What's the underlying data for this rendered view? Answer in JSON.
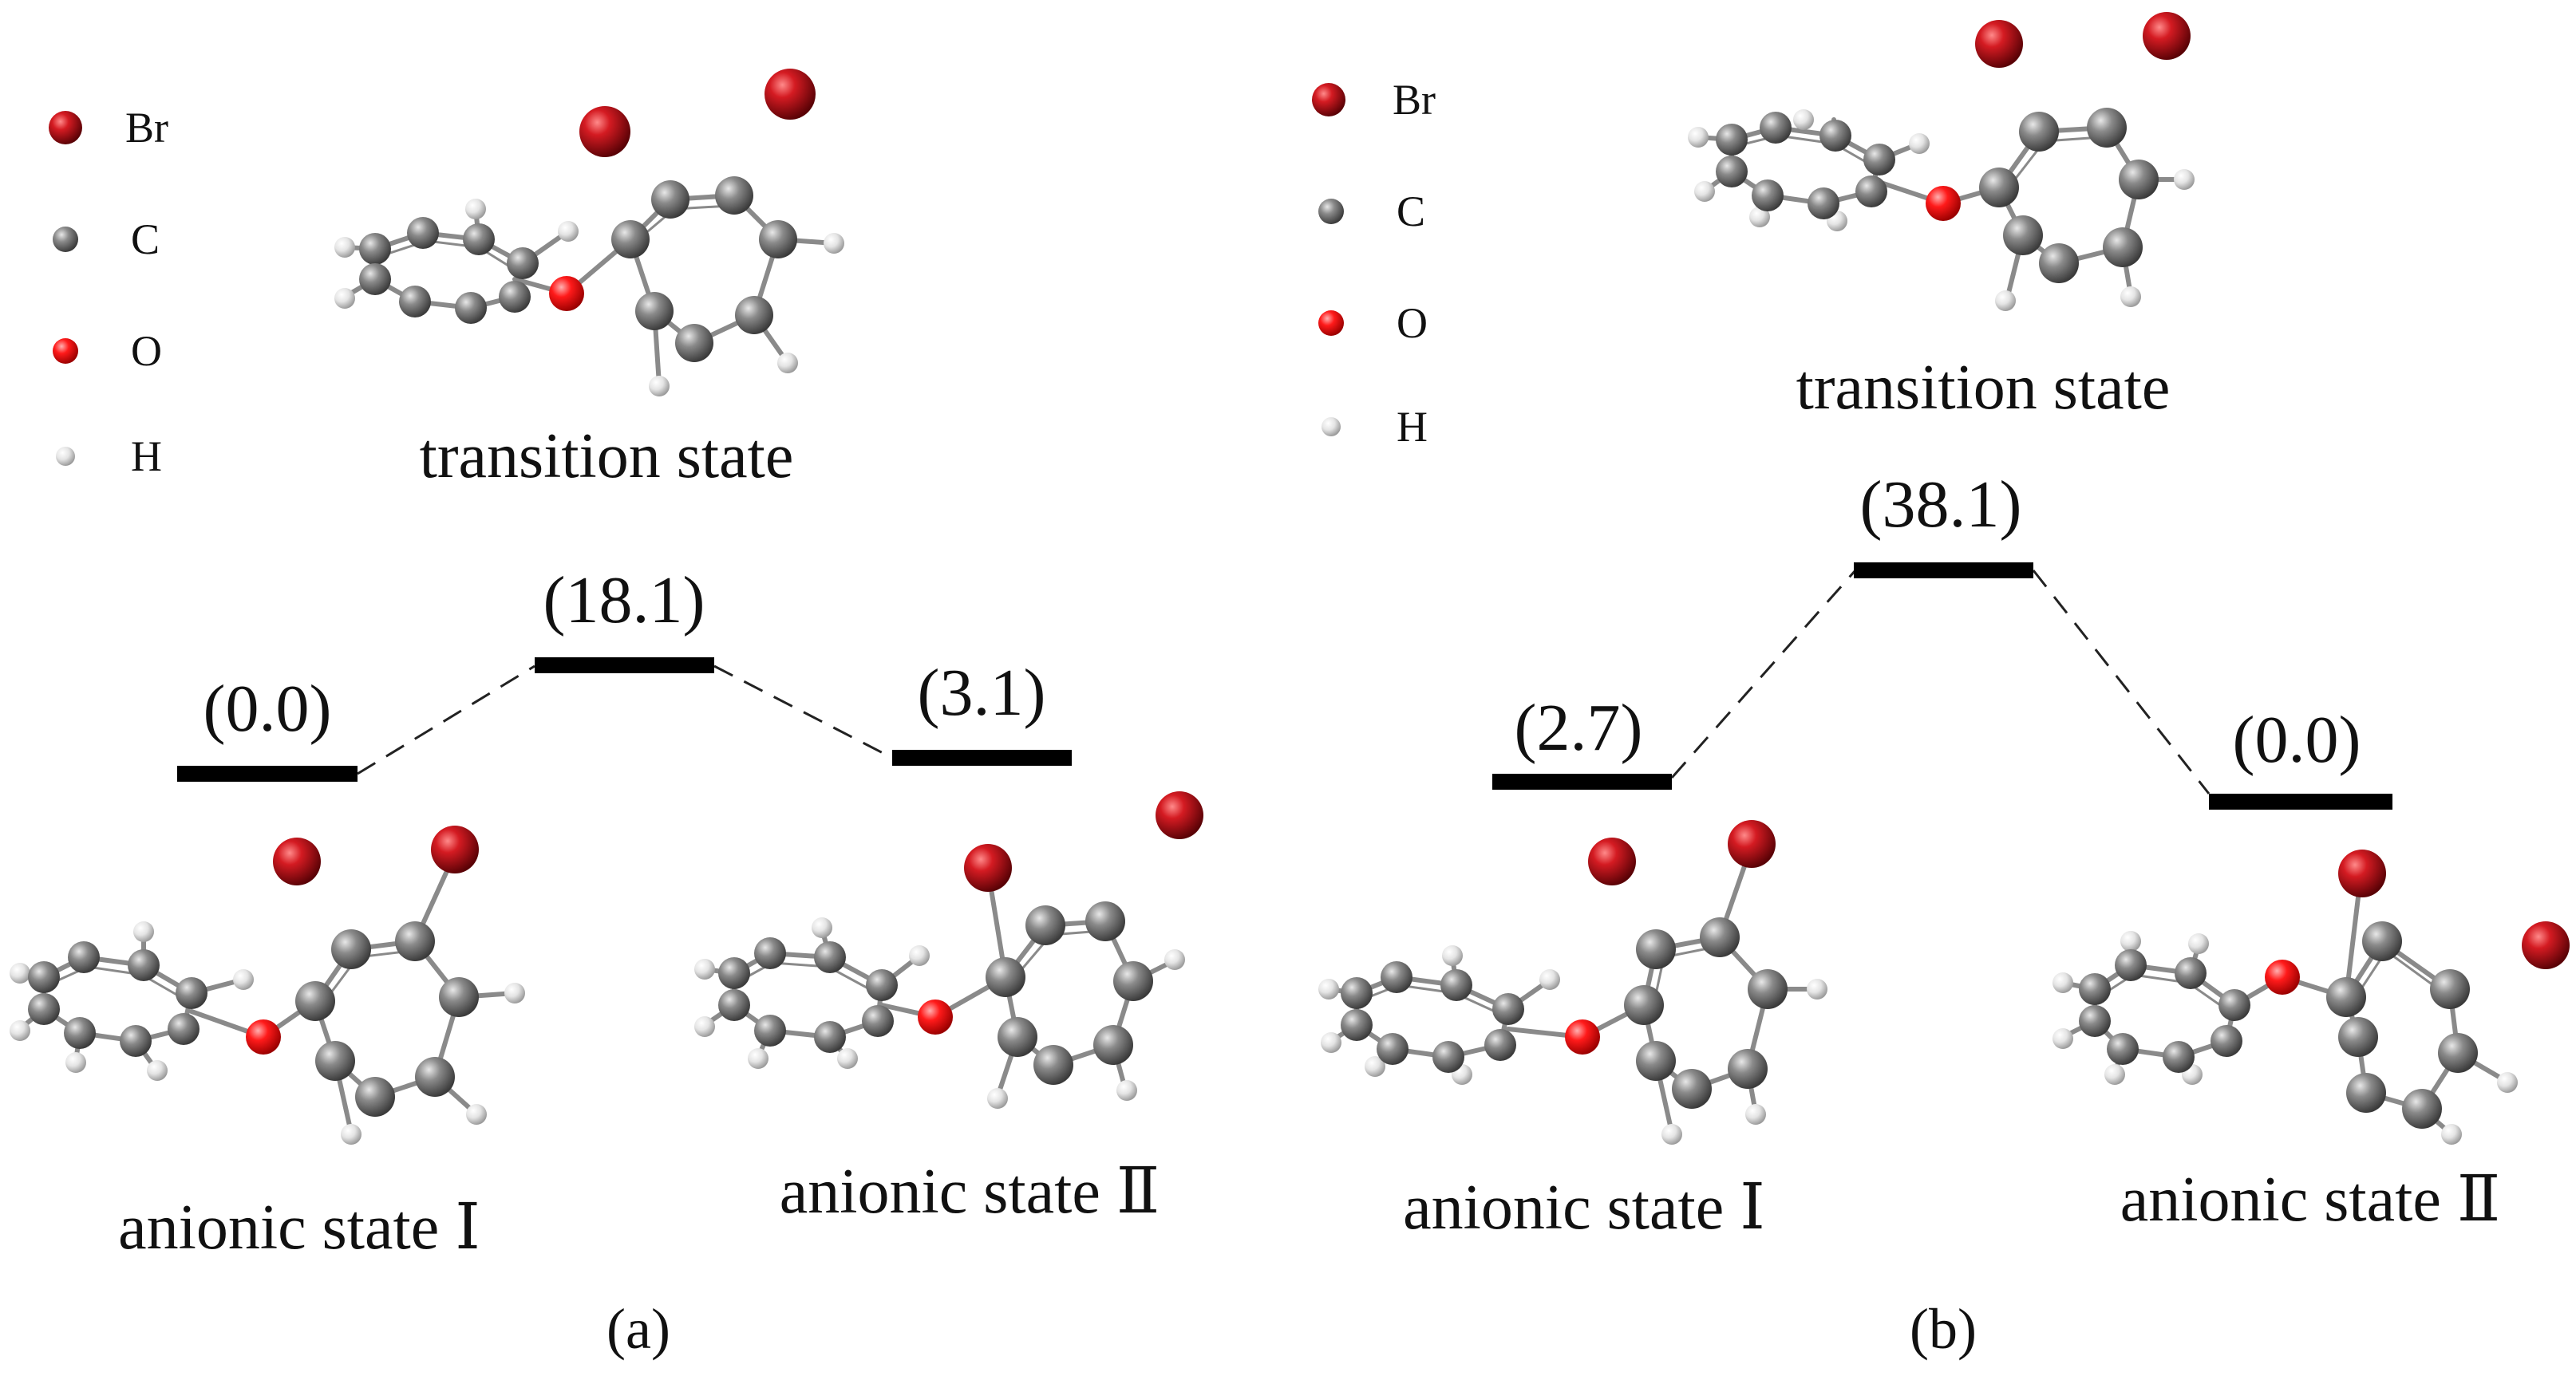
{
  "colors": {
    "Br": "#a00d12",
    "C": "#6f6f6f",
    "O": "#ff0a0a",
    "H": "#d6d6d6",
    "bond": "#7a7a7a",
    "level": "#000000",
    "connector": "#222222"
  },
  "panels": [
    {
      "id": "a",
      "caption": "(a)",
      "legend": [
        {
          "element": "Br",
          "label": "Br"
        },
        {
          "element": "C",
          "label": "C"
        },
        {
          "element": "O",
          "label": "O"
        },
        {
          "element": "H",
          "label": "H"
        }
      ],
      "levels": [
        {
          "label": "(0.0)",
          "energy": 0.0
        },
        {
          "label": "(18.1)",
          "energy": 18.1
        },
        {
          "label": "(3.1)",
          "energy": 3.1
        }
      ],
      "structures": [
        {
          "label": "transition state"
        },
        {
          "label": "anionic state Ⅰ"
        },
        {
          "label": "anionic state Ⅱ"
        }
      ]
    },
    {
      "id": "b",
      "caption": "(b)",
      "legend": [
        {
          "element": "Br",
          "label": "Br"
        },
        {
          "element": "C",
          "label": "C"
        },
        {
          "element": "O",
          "label": "O"
        },
        {
          "element": "H",
          "label": "H"
        }
      ],
      "levels": [
        {
          "label": "(2.7)",
          "energy": 2.7
        },
        {
          "label": "(38.1)",
          "energy": 38.1
        },
        {
          "label": "(0.0)",
          "energy": 0.0
        }
      ],
      "structures": [
        {
          "label": "transition state"
        },
        {
          "label": "anionic state Ⅰ"
        },
        {
          "label": "anionic state Ⅱ"
        }
      ]
    }
  ]
}
